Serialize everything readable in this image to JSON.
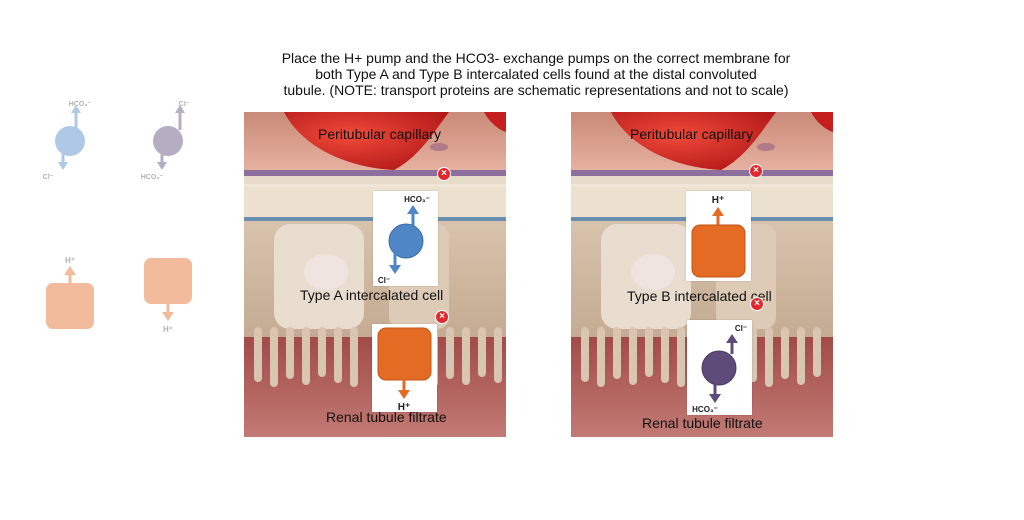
{
  "instructions": {
    "line1": "Place the H+ pump and the HCO3- exchange pumps on the correct membrane for",
    "line2": "both Type A and Type B intercalated cells found at the distal convoluted",
    "line3": "tubule.  (NOTE: transport proteins are schematic representations and not to scale)"
  },
  "palette": {
    "exchanger_blue": {
      "out_ion": "HCO₃⁻",
      "in_ion": "Cl⁻",
      "color": "#4f86c6"
    },
    "exchanger_purple": {
      "out_ion": "Cl⁻",
      "in_ion": "HCO₃⁻",
      "color": "#5e4b7a"
    },
    "pump_up": {
      "ion": "H⁺",
      "color": "#e36b24"
    },
    "pump_down": {
      "ion": "H⁺",
      "color": "#e36b24"
    }
  },
  "panel_a": {
    "capillary_label": "Peritubular capillary",
    "cell_label": "Type A intercalated cell",
    "filtrate_label": "Renal tubule filtrate",
    "top_slot": {
      "out_ion": "HCO₃⁻",
      "in_ion": "Cl⁻"
    },
    "bottom_slot": {
      "ion": "H⁺"
    }
  },
  "panel_b": {
    "capillary_label": "Peritubular capillary",
    "cell_label": "Type B intercalated cell",
    "filtrate_label": "Renal tubule filtrate",
    "top_slot": {
      "ion": "H⁺"
    },
    "bottom_slot": {
      "out_ion": "Cl⁻",
      "in_ion": "HCO₃⁻"
    }
  },
  "remove_symbol": "×",
  "colors": {
    "blue": "#4f86c6",
    "purple": "#5e4b7a",
    "orange": "#e36b24",
    "remove": "#e0282e"
  }
}
